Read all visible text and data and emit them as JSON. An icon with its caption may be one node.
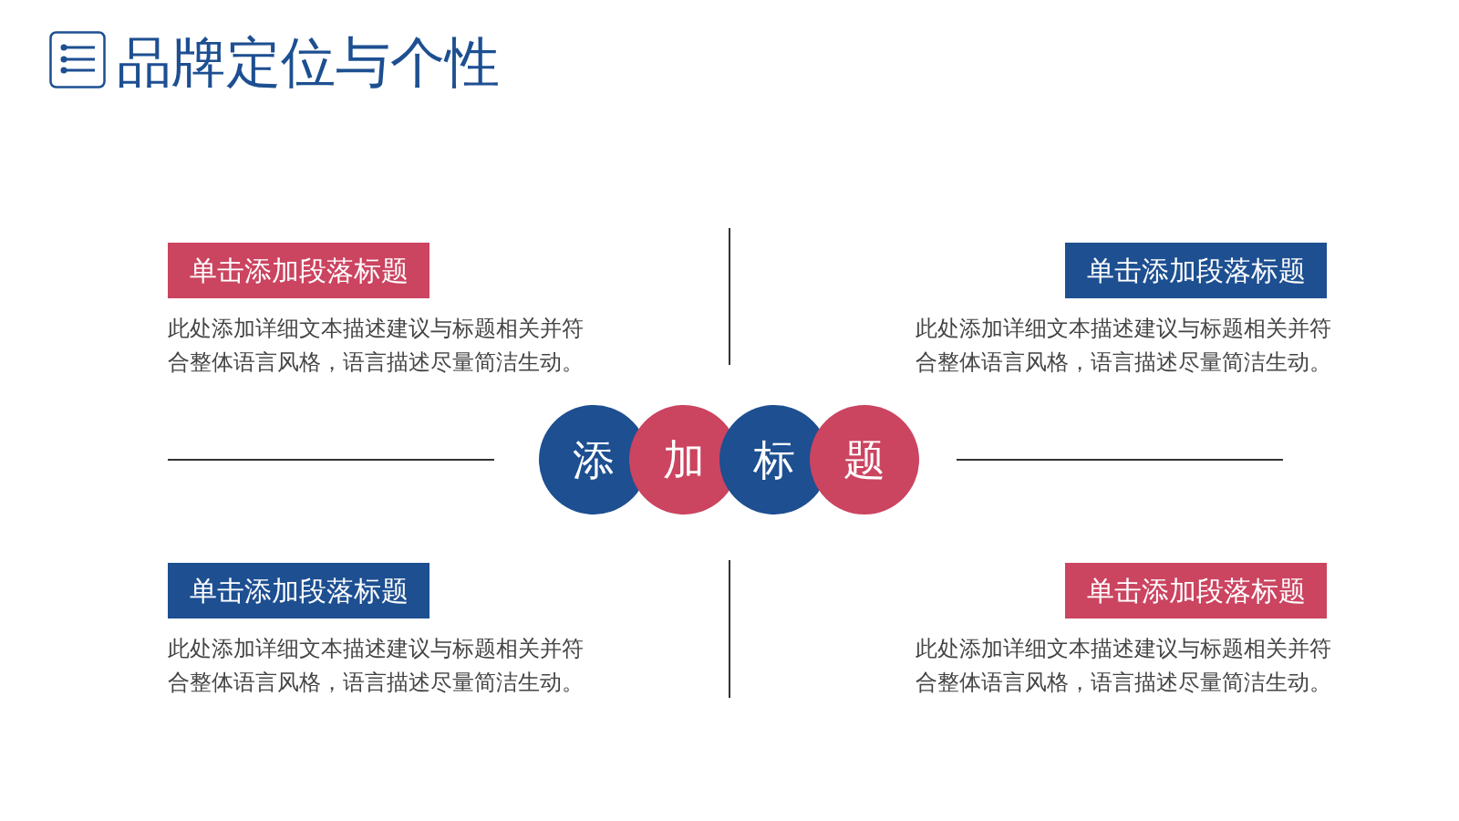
{
  "diagram": {
    "title": "品牌定位与个性",
    "nodes": [
      {
        "text": [
          "单击添加段落标题"
        ],
        "beside": [
          "此处添加详细文本描述建议与标题相关并符合整体语言风格，语言描述尽量简洁生动。"
        ]
      },
      {
        "text": [
          "单击添加段落标题"
        ],
        "beside": [
          "此处添加详细文本描述建议与标题相关并符合整体语言风格，语言描述尽量简洁生动。"
        ]
      },
      {
        "text": [
          "添"
        ]
      },
      {
        "text": [
          "加"
        ]
      },
      {
        "text": [
          "标"
        ]
      },
      {
        "text": [
          "题"
        ]
      },
      {
        "text": [
          "单击添加段落标题"
        ],
        "beside": [
          "此处添加详细文本描述建议与标题相关并符合整体语言风格，语言描述尽量简洁生动。"
        ]
      },
      {
        "text": [
          "单击添加段落标题"
        ],
        "beside": [
          "此处添加详细文本描述建议与标题相关并符合整体语言风格，语言描述尽量简洁生动。"
        ]
      }
    ]
  }
}
